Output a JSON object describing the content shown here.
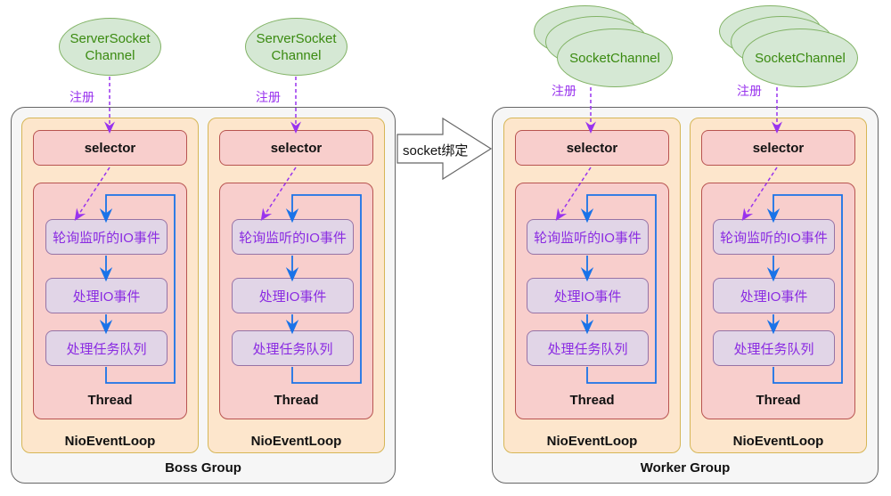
{
  "boss_group": {
    "label": "Boss Group",
    "channels": [
      {
        "line1": "ServerSocket",
        "line2": "Channel",
        "register_label": "注册"
      },
      {
        "line1": "ServerSocket",
        "line2": "Channel",
        "register_label": "注册"
      }
    ],
    "loops": [
      {
        "label": "NioEventLoop",
        "selector": "selector",
        "thread": "Thread",
        "steps": [
          "轮询监听的IO事件",
          "处理IO事件",
          "处理任务队列"
        ]
      },
      {
        "label": "NioEventLoop",
        "selector": "selector",
        "thread": "Thread",
        "steps": [
          "轮询监听的IO事件",
          "处理IO事件",
          "处理任务队列"
        ]
      }
    ]
  },
  "bind_arrow": {
    "label": "socket绑定"
  },
  "worker_group": {
    "label": "Worker Group",
    "channels": [
      {
        "label": "SocketChannel",
        "register_label": "注册"
      },
      {
        "label": "SocketChannel",
        "register_label": "注册"
      }
    ],
    "loops": [
      {
        "label": "NioEventLoop",
        "selector": "selector",
        "thread": "Thread",
        "steps": [
          "轮询监听的IO事件",
          "处理IO事件",
          "处理任务队列"
        ]
      },
      {
        "label": "NioEventLoop",
        "selector": "selector",
        "thread": "Thread",
        "steps": [
          "轮询监听的IO事件",
          "处理IO事件",
          "处理任务队列"
        ]
      }
    ]
  },
  "colors": {
    "channel_fill": "#d5e8d4",
    "channel_text": "#3a8a10",
    "loop_fill": "#fde6cc",
    "selector_fill": "#f8cecc",
    "step_fill": "#e1d5e7",
    "step_text": "#8a2be2",
    "register_arrow": "#9933ee",
    "flow_arrow": "#1a73e8"
  }
}
